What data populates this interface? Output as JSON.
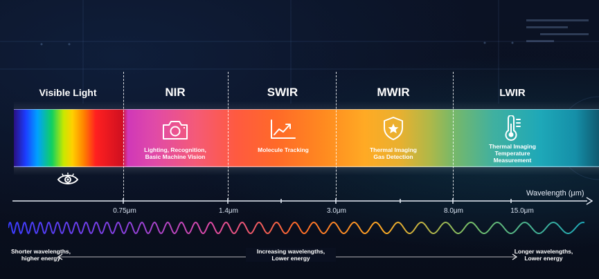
{
  "regions": [
    {
      "key": "visible",
      "title": "Visible Light",
      "desc": [],
      "icon": "eye-icon"
    },
    {
      "key": "nir",
      "title": "NIR",
      "desc": [
        "Lighting, Recognition,",
        "Basic Machine Vision"
      ],
      "icon": "camera-icon"
    },
    {
      "key": "swir",
      "title": "SWIR",
      "desc": [
        "Molecule Tracking"
      ],
      "icon": "line-chart-icon"
    },
    {
      "key": "mwir",
      "title": "MWIR",
      "desc": [
        "Thermal Imaging",
        "Gas Detection"
      ],
      "icon": "shield-star-icon"
    },
    {
      "key": "lwir",
      "title": "LWIR",
      "desc": [
        "Thermal Imaging",
        "Temperature",
        "Measurement"
      ],
      "icon": "thermometer-icon"
    }
  ],
  "axis": {
    "title": "Wavelength (μm)",
    "boundaries": [
      "0.75μm",
      "1.4μm",
      "3.0μm",
      "8.0μm",
      "15.0μm"
    ]
  },
  "notes": {
    "left": [
      "Shorter wavelengths,",
      "higher energy"
    ],
    "center": [
      "Increasing wavelengths,",
      "Lower energy"
    ],
    "right": [
      "Longer wavelengths,",
      "Lower energy"
    ]
  },
  "colors": {
    "background": "#0a1020",
    "visible_start": "#2a1080",
    "nir": "#e04aa8",
    "swir": "#ff6a28",
    "mwir": "#ffaa24",
    "lwir": "#1ea8b8",
    "text": "#ffffff"
  }
}
